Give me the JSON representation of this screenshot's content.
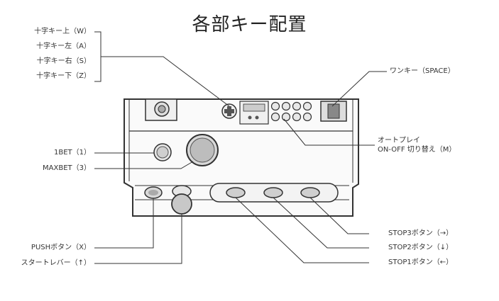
{
  "title": "各部キー配置",
  "labels": {
    "cross_up": "十字キー上（W）",
    "cross_left": "十字キー左（A）",
    "cross_right": "十字キー右（S）",
    "cross_down": "十字キー下（Z）",
    "one_key": "ワンキー（SPACE）",
    "autoplay_line1": "オートプレイ",
    "autoplay_line2": "ON-OFF 切り替え（M）",
    "one_bet": "1BET（1）",
    "max_bet": "MAXBET（3）",
    "push_button": "PUSHボタン（X）",
    "start_lever": "スタートレバー（↑）",
    "stop3": "STOP3ボタン（→）",
    "stop2": "STOP2ボタン（↓）",
    "stop1": "STOP1ボタン（←）"
  }
}
